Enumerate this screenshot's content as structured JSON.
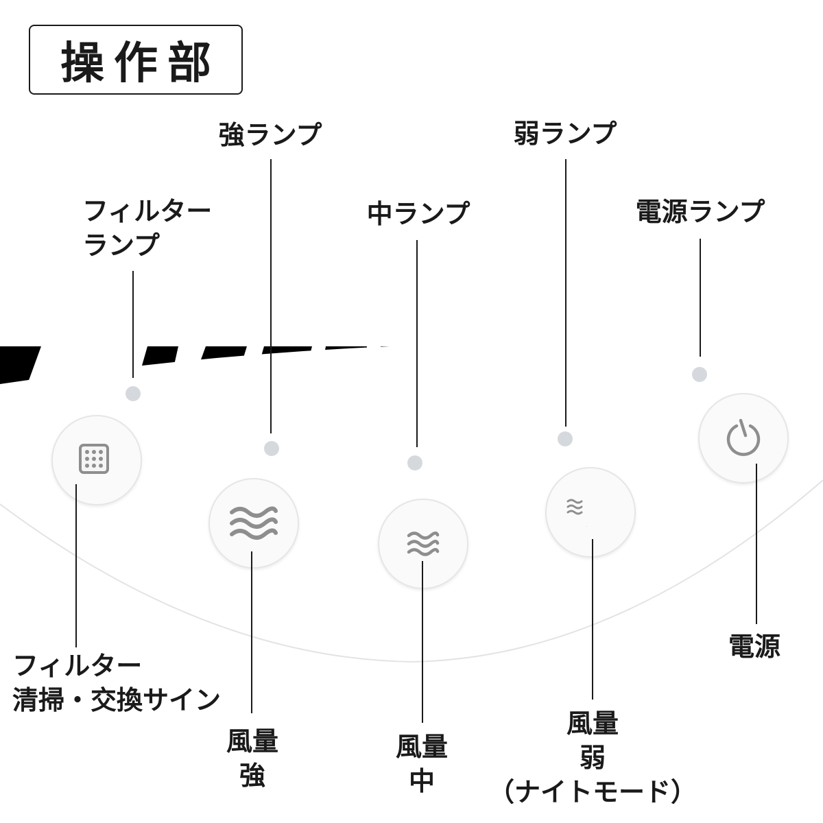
{
  "title": "操作部",
  "lamps": {
    "filter": [
      "フィルター",
      "ランプ"
    ],
    "strong": "強ランプ",
    "medium": "中ランプ",
    "weak": "弱ランプ",
    "power": "電源ランプ"
  },
  "buttons": {
    "filter": [
      "フィルター",
      "清掃・交換サイン"
    ],
    "strong": [
      "風量",
      "強"
    ],
    "medium": [
      "風量",
      "中"
    ],
    "weak": [
      "風量",
      "弱",
      "（ナイトモード）"
    ],
    "power": "電源"
  },
  "icons": {
    "filter": "filter-grid-icon",
    "strong": "wind-strong-icon",
    "medium": "wind-medium-icon",
    "weak": "wind-night-moon-icon",
    "power": "power-icon"
  },
  "colors": {
    "lamp": "#d5d9de",
    "icon": "#8e8e8e",
    "panel": "#ffffff",
    "grille": "#000000"
  }
}
